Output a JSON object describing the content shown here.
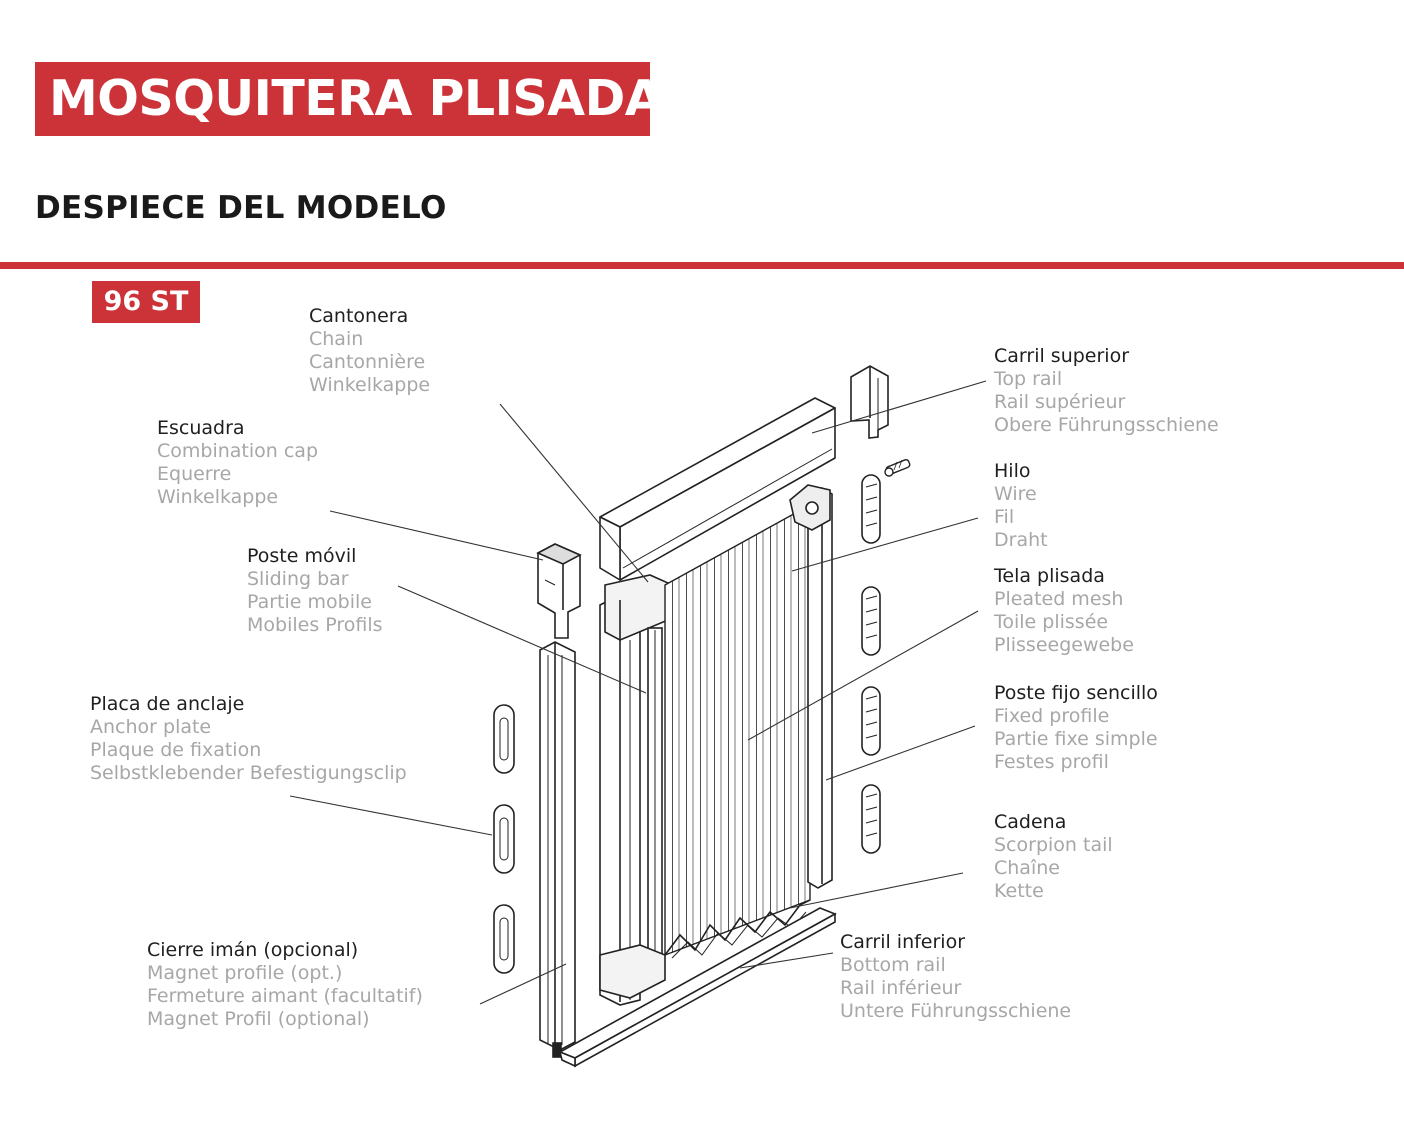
{
  "header": {
    "title": "MOSQUITERA PLISADA",
    "subtitle": "DESPIECE DEL MODELO",
    "model": "96 ST"
  },
  "colors": {
    "accent": "#cc3338",
    "label_primary": "#1f1f1f",
    "label_secondary": "#a7a7a7"
  },
  "parts": [
    {
      "id": "cantonera",
      "es": "Cantonera",
      "en": "Chain",
      "fr": "Cantonnière",
      "de": "Winkelkappe"
    },
    {
      "id": "escuadra",
      "es": "Escuadra",
      "en": "Combination cap",
      "fr": "Equerre",
      "de": "Winkelkappe"
    },
    {
      "id": "poste-movil",
      "es": "Poste móvil",
      "en": "Sliding bar",
      "fr": "Partie mobile",
      "de": "Mobiles Profils"
    },
    {
      "id": "placa-anclaje",
      "es": "Placa de anclaje",
      "en": "Anchor plate",
      "fr": "Plaque de fixation",
      "de": "Selbstklebender Befestigungsclip"
    },
    {
      "id": "cierre-iman",
      "es": "Cierre imán (opcional)",
      "en": "Magnet profile (opt.)",
      "fr": "Fermeture aimant (facultatif)",
      "de": "Magnet Profil (optional)"
    },
    {
      "id": "carril-superior",
      "es": "Carril superior",
      "en": "Top rail",
      "fr": "Rail supérieur",
      "de": "Obere Führungsschiene"
    },
    {
      "id": "hilo",
      "es": "Hilo",
      "en": "Wire",
      "fr": "Fil",
      "de": "Draht"
    },
    {
      "id": "tela-plisada",
      "es": "Tela plisada",
      "en": "Pleated mesh",
      "fr": "Toile plissée",
      "de": "Plisseegewebe"
    },
    {
      "id": "poste-fijo",
      "es": "Poste fijo sencillo",
      "en": "Fixed profile",
      "fr": "Partie fixe simple",
      "de": "Festes profil"
    },
    {
      "id": "cadena",
      "es": "Cadena",
      "en": "Scorpion tail",
      "fr": "Chaîne",
      "de": "Kette"
    },
    {
      "id": "carril-inferior",
      "es": "Carril inferior",
      "en": "Bottom rail",
      "fr": "Rail inférieur",
      "de": "Untere Führungsschiene"
    }
  ]
}
